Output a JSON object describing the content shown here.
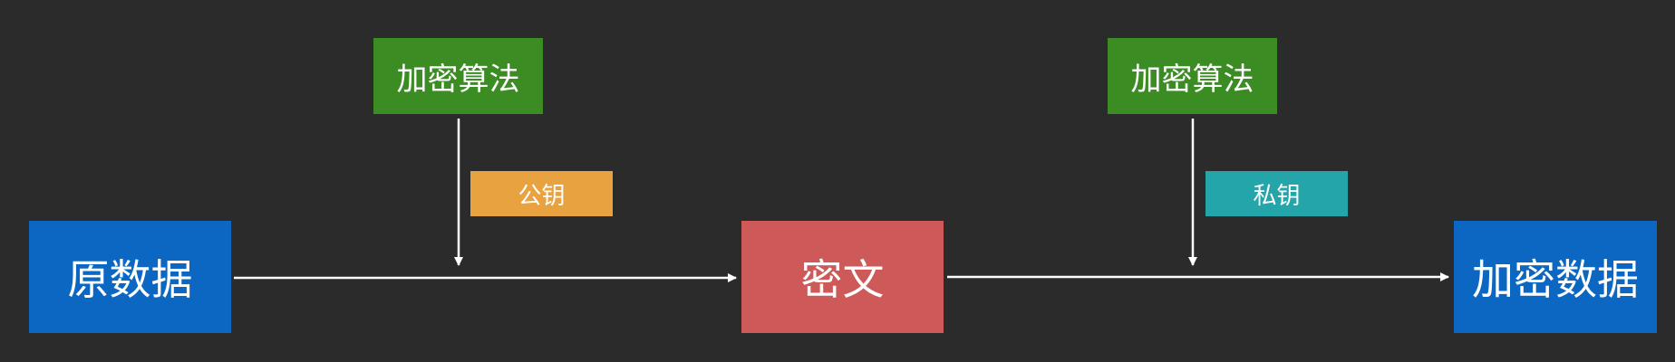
{
  "colors": {
    "background": "#2b2b2b",
    "data_box": "#0b67c2",
    "cipher_box": "#cd5a59",
    "algorithm_box": "#3a8c23",
    "public_key_tag": "#e8a23f",
    "private_key_tag": "#23a5aa",
    "arrow": "#ffffff"
  },
  "nodes": {
    "plain_data": "原数据",
    "ciphertext": "密文",
    "encrypted_data": "加密数据",
    "algorithm_left": "加密算法",
    "algorithm_right": "加密算法",
    "public_key": "公钥",
    "private_key": "私钥"
  }
}
